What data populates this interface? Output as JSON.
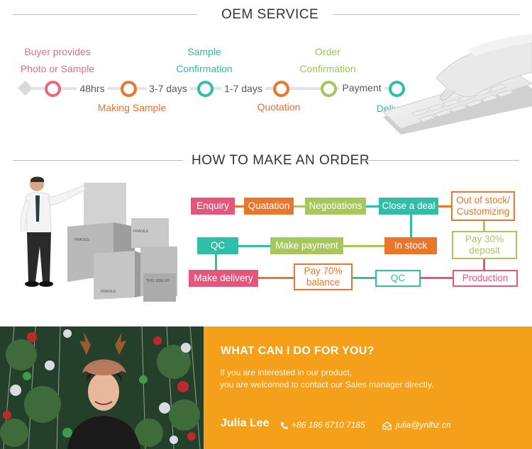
{
  "oem": {
    "title": "OEM SERVICE",
    "steps_top": [
      {
        "line1": "Buyer provides",
        "line2": "Photo or Sample"
      },
      {
        "line1": "Sample",
        "line2": "Confirmation"
      },
      {
        "line1": "Order",
        "line2": "Confirmation"
      }
    ],
    "durations": [
      "48hrs",
      "3-7 days",
      "1-7 days",
      "Payment"
    ],
    "steps_bottom": [
      "Making Sample",
      "Quotation",
      "Delivery"
    ]
  },
  "order": {
    "title": "HOW TO MAKE AN ORDER",
    "boxes": {
      "enquiry": "Enquiry",
      "quatation": "Quatation",
      "negotiations": "Negotiations",
      "close_deal": "Close a deal",
      "out_of_stock": "Out of stock/ Customizing",
      "qc_top": "QC",
      "make_payment": "Make payment",
      "in_stock": "In stock",
      "pay_30": "Pay 30% deposit",
      "make_delivery": "Make delivery",
      "pay_70": "Pay 70% balance",
      "qc_bottom": "QC",
      "production": "Production"
    },
    "box_text": {
      "fragile_1": "FRAGILE",
      "fragile_2": "FRAGILE",
      "fragile_3": "FRAGILE",
      "this_side_up": "THIS SIDE UP"
    }
  },
  "contact": {
    "title": "WHAT CAN I DO FOR YOU?",
    "line1": "If you are interested in our product,",
    "line2": "you are welcomed to contact our Sales manager directly.",
    "name": "Julia Lee",
    "phone": "+86 186 6710 7185",
    "email": "julia@ynlhz.cn"
  },
  "icons": [
    "phone-icon",
    "email-icon"
  ]
}
